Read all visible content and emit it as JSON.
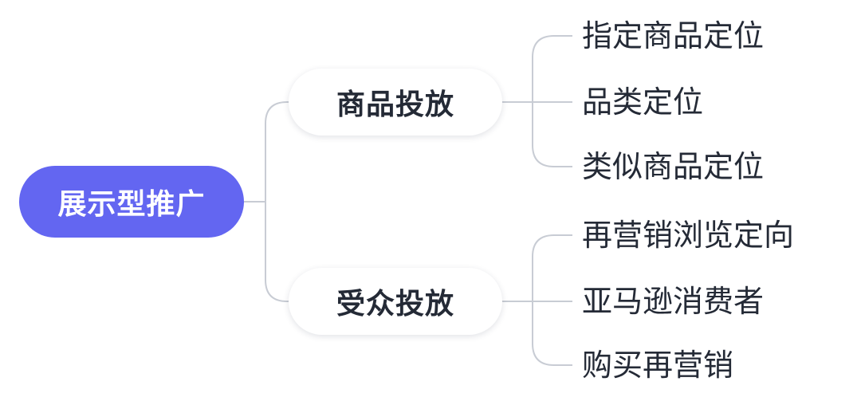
{
  "colors": {
    "root_fill": "#6366f1",
    "branch_fill": "#ffffff",
    "text_dark": "#242a36",
    "connector": "#c8ccd4"
  },
  "root": {
    "label": "展示型推广"
  },
  "branches": [
    {
      "label": "商品投放",
      "children": [
        "指定商品定位",
        "品类定位",
        "类似商品定位"
      ]
    },
    {
      "label": "受众投放",
      "children": [
        "再营销浏览定向",
        "亚马逊消费者",
        "购买再营销"
      ]
    }
  ]
}
